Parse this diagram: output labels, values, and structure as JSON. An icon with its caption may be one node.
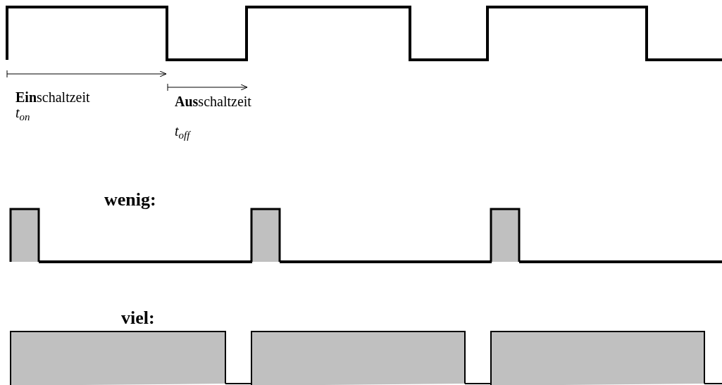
{
  "diagram": {
    "labels": [
      "**Ein**schaltzeit",
      "t$_{on}$",
      "**Aus**schaltzeit",
      "t$_{off}$",
      "wenig:",
      "viel:"
    ]
  }
}
